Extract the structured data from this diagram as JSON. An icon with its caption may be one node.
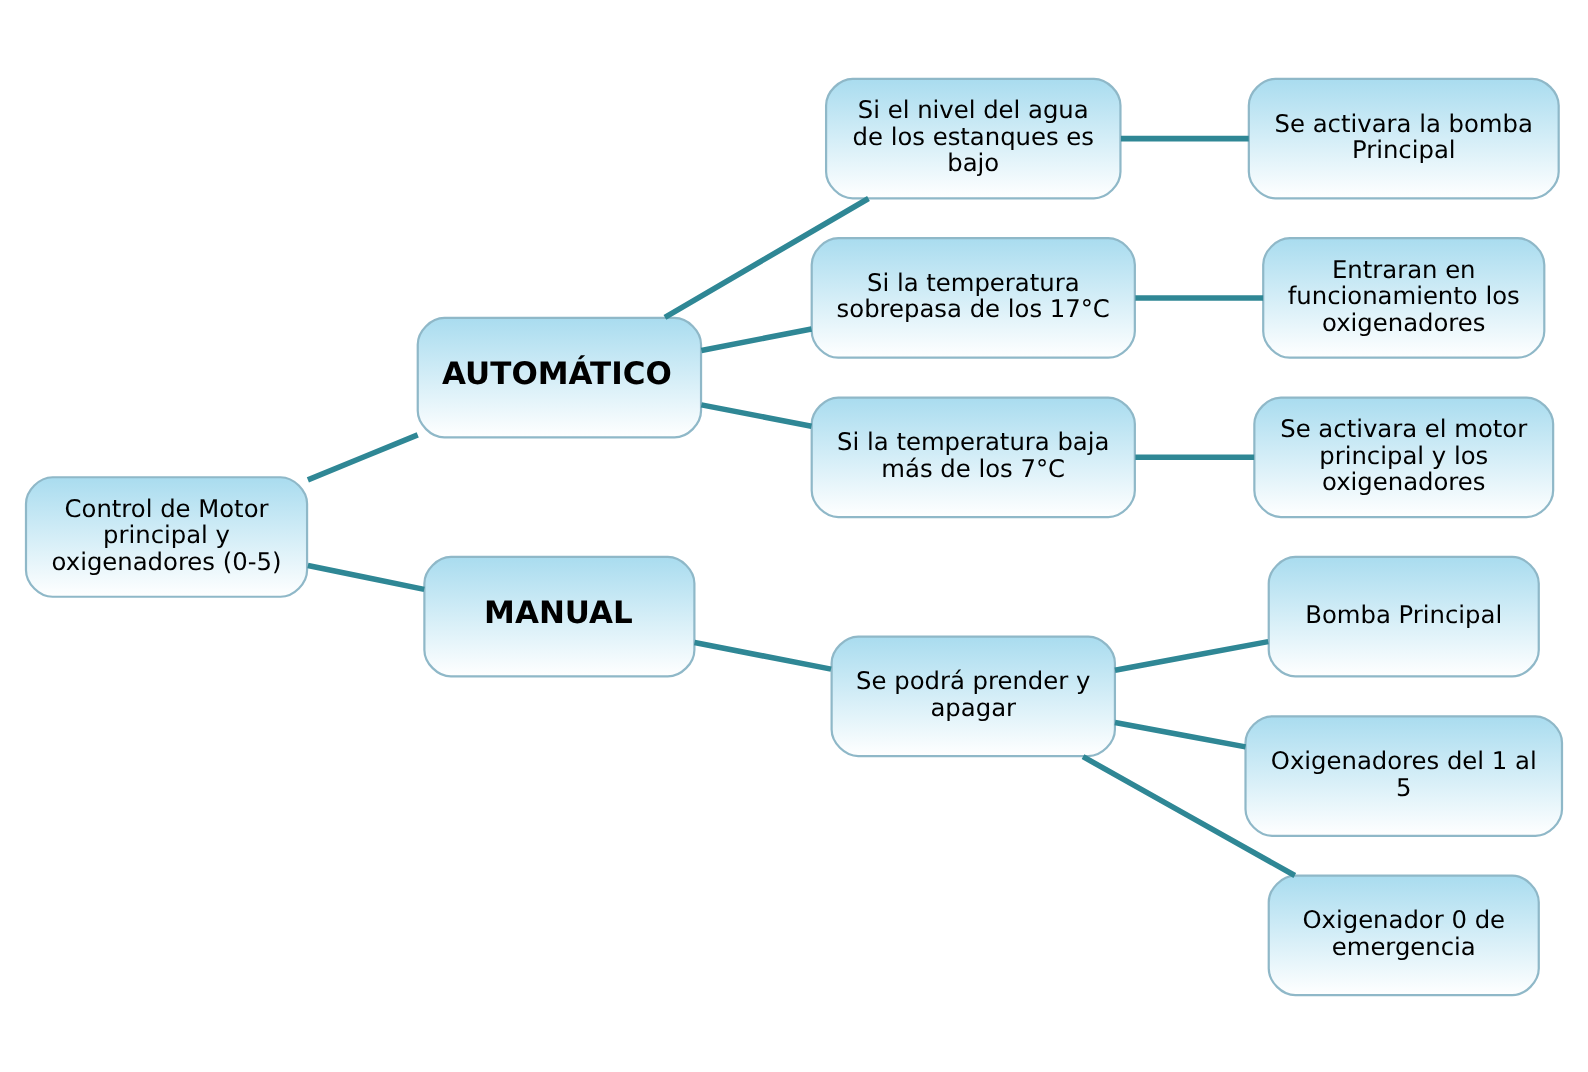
{
  "diagram": {
    "nodes": [
      {
        "text": [
          "Control de Motor principal y oxigenadores (0-5)"
        ]
      },
      {
        "text": [
          "AUTOMÁTICO"
        ]
      },
      {
        "text": [
          "Si el nivel del agua de los estanques es bajo"
        ]
      },
      {
        "text": [
          "Se activara la bomba Principal"
        ]
      },
      {
        "text": [
          "Si la temperatura sobrepasa de los 17°C"
        ]
      },
      {
        "text": [
          "Entraran en funcionamiento los oxigenadores"
        ]
      },
      {
        "text": [
          "Si la temperatura baja más de los 7°C"
        ]
      },
      {
        "text": [
          "Se activara el motor principal y los oxigenadores"
        ]
      },
      {
        "text": [
          "MANUAL"
        ]
      },
      {
        "text": [
          "Se podrá prender y apagar"
        ]
      },
      {
        "text": [
          "Bomba Principal"
        ]
      },
      {
        "text": [
          "Oxigenadores del 1 al 5"
        ]
      },
      {
        "text": [
          "Oxigenador 0 de emergencia"
        ]
      }
    ],
    "edges": [
      {
        "from": 0,
        "to": 1,
        "arrow": "none"
      },
      {
        "from": 0,
        "to": 8,
        "arrow": "none"
      },
      {
        "from": 1,
        "to": 2,
        "arrow": "none"
      },
      {
        "from": 1,
        "to": 4,
        "arrow": "none"
      },
      {
        "from": 1,
        "to": 6,
        "arrow": "none"
      },
      {
        "from": 2,
        "to": 3,
        "arrow": "none"
      },
      {
        "from": 4,
        "to": 5,
        "arrow": "none"
      },
      {
        "from": 6,
        "to": 7,
        "arrow": "none"
      },
      {
        "from": 8,
        "to": 9,
        "arrow": "none"
      },
      {
        "from": 9,
        "to": 10,
        "arrow": "none"
      },
      {
        "from": 9,
        "to": 11,
        "arrow": "none"
      },
      {
        "from": 9,
        "to": 12,
        "arrow": "none"
      }
    ]
  }
}
